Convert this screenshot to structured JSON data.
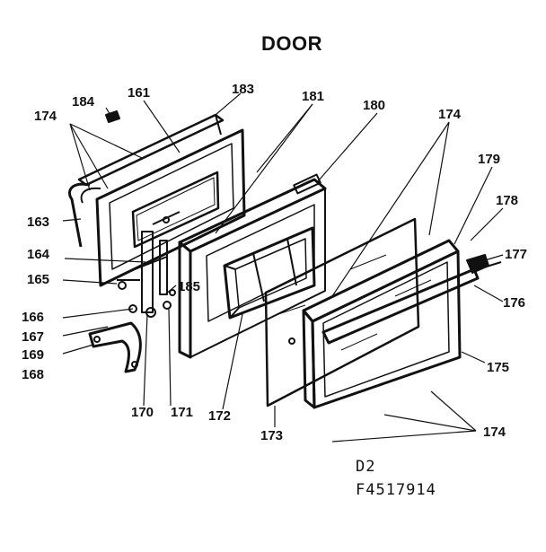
{
  "title": "DOOR",
  "labels": {
    "l174a": "174",
    "l184": "184",
    "l161": "161",
    "l183": "183",
    "l181": "181",
    "l180": "180",
    "l174b": "174",
    "l179": "179",
    "l178": "178",
    "l177": "177",
    "l176": "176",
    "l175": "175",
    "l174c": "174",
    "l163": "163",
    "l164": "164",
    "l165": "165",
    "l185": "185",
    "l166": "166",
    "l167": "167",
    "l169": "169",
    "l168": "168",
    "l170": "170",
    "l171": "171",
    "l172": "172",
    "l173": "173"
  },
  "code": {
    "line1": "D2",
    "line2": "F4517914"
  }
}
